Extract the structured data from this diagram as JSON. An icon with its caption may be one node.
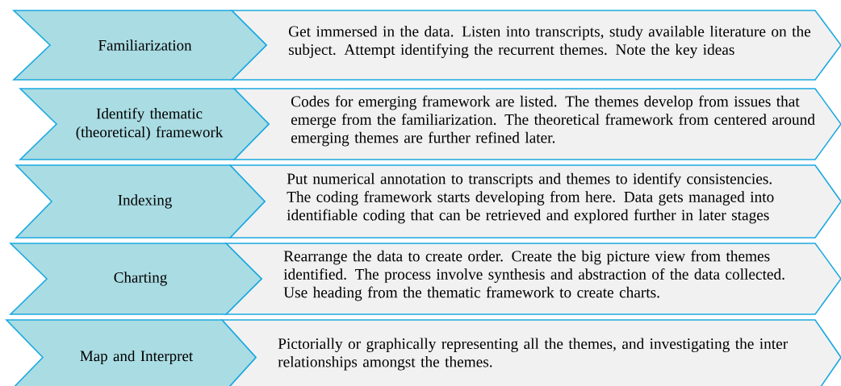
{
  "diagram": {
    "nodes": [
      {
        "text": [
          "Familiarization"
        ]
      },
      {
        "text": [
          "Get immersed in the data. Listen into transcripts, study available literature on the subject. Attempt identifying the recurrent themes. Note the key ideas"
        ]
      },
      {
        "text": [
          "Identify thematic (theoretical) framework"
        ]
      },
      {
        "text": [
          "Codes for emerging framework are listed. The themes develop from issues that emerge from the familiarization. The theoretical framework from centered around emerging themes are further refined later."
        ]
      },
      {
        "text": [
          "Indexing"
        ]
      },
      {
        "text": [
          "Put numerical annotation to transcripts and themes to identify consistencies. The coding framework starts developing from here.  Data gets managed into identifiable coding that can be retrieved and explored further in later stages"
        ]
      },
      {
        "text": [
          "Charting"
        ]
      },
      {
        "text": [
          "Rearrange the data to create order. Create the big picture view from themes identified. The process involve synthesis and abstraction of the data collected. Use heading from the thematic framework to create charts."
        ]
      },
      {
        "text": [
          "Map and Interpret"
        ]
      },
      {
        "text": [
          "Pictorially or graphically representing all the themes, and investigating the inter relationships amongst the themes."
        ]
      }
    ]
  }
}
